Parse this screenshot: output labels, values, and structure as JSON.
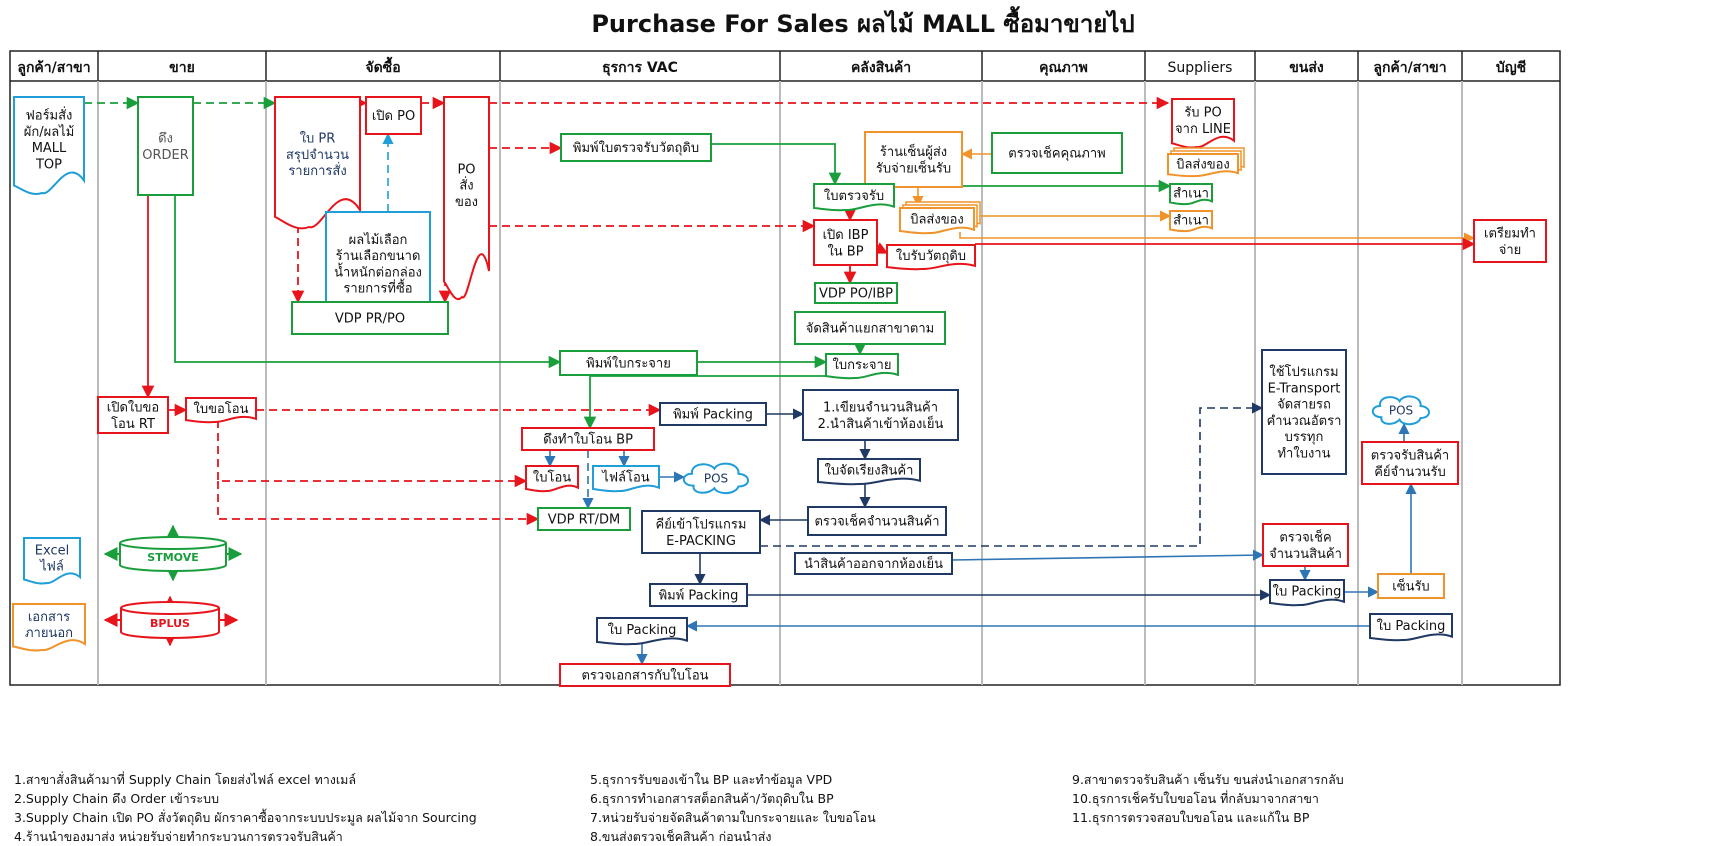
{
  "title": "Purchase For Sales ผลไม้ MALL ซื้อมาขายไป",
  "lanes": [
    "ลูกค้า/สาขา",
    "ขาย",
    "จัดซื้อ",
    "ธุรการ VAC",
    "คลังสินค้า",
    "คุณภาพ",
    "Suppliers",
    "ขนส่ง",
    "ลูกค้า/สาขา",
    "บัญชี"
  ],
  "nodes": {
    "form_order": [
      "ฟอร์มสั่ง",
      "ผัก/ผลไม้",
      "MALL",
      "TOP"
    ],
    "pull_order": [
      "ดึง",
      "ORDER"
    ],
    "pr_doc": [
      "ใบ PR",
      "สรุปจำนวน",
      "รายการสั่ง"
    ],
    "open_po": [
      "เปิด PO"
    ],
    "po_order": [
      "PO",
      "สั่ง",
      "ของ"
    ],
    "fruit_select": [
      "ผลไม้เลือก",
      "ร้านเลือกขนาด",
      "น้ำหนักต่อกล่อง",
      "รายการที่ซื้อ"
    ],
    "vdp_pr_po": [
      "VDP PR/PO"
    ],
    "receive_po_line": [
      "รับ PO",
      "จาก LINE"
    ],
    "print_receipt_check": [
      "พิมพ์ใบตรวจรับวัตถุดิบ"
    ],
    "shop_sign": [
      "ร้านเซ็นผู้ส่ง",
      "รับจ่ายเซ็นรับ"
    ],
    "quality_check": [
      "ตรวจเช็คคุณภาพ"
    ],
    "delivery_bill_sup": [
      "บิลส่งของ"
    ],
    "receipt_check_doc": [
      "ใบตรวจรับ"
    ],
    "copy1": [
      "สำเนา"
    ],
    "delivery_bill_wh": [
      "บิลส่งของ"
    ],
    "copy2": [
      "สำเนา"
    ],
    "open_ibp": [
      "เปิด IBP",
      "ใน BP"
    ],
    "material_receipt": [
      "ใบรับวัตถุดิบ"
    ],
    "prepare_payment": [
      "เตรียมทำ",
      "จ่าย"
    ],
    "vdp_po_ibp": [
      "VDP PO/IBP"
    ],
    "allocate": [
      "จัดสินค้าแยกสาขาตาม"
    ],
    "print_distribution": [
      "พิมพ์ใบกระจาย"
    ],
    "distribution_doc": [
      "ใบกระจาย"
    ],
    "open_transfer_req": [
      "เปิดใบขอ",
      "โอน RT"
    ],
    "transfer_req": [
      "ใบขอโอน"
    ],
    "print_packing_1": [
      "พิมพ์ Packing"
    ],
    "wh_steps": [
      "1.เขียนจำนวนสินค้า",
      "2.นำสินค้าเข้าห้องเย็น"
    ],
    "e_transport": [
      "ใช้โปรแกรม",
      "E-Transport",
      "จัดสายรถ",
      "คำนวณอัตรา",
      "บรรทุก",
      "ทำใบงาน"
    ],
    "pull_transfer_bp": [
      "ดึงทำใบโอน BP"
    ],
    "transfer_doc": [
      "ใบโอน"
    ],
    "transfer_file": [
      "ไฟล์โอน"
    ],
    "pos_1": [
      "POS"
    ],
    "arrange_doc": [
      "ใบจัดเรียงสินค้า"
    ],
    "pos_2": [
      "POS"
    ],
    "branch_check_count": [
      "ตรวจรับสินค้า",
      "คีย์จำนวนรับ"
    ],
    "vdp_rt_dm": [
      "VDP RT/DM"
    ],
    "count_check": [
      "ตรวจเช็คจำนวนสินค้า"
    ],
    "key_e_packing": [
      "คีย์เข้าโปรแกรม",
      "E-PACKING"
    ],
    "transport_check": [
      "ตรวจเช็ค",
      "จำนวนสินค้า"
    ],
    "take_out_cold": [
      "นำสินค้าออกจากห้องเย็น"
    ],
    "print_packing_2": [
      "พิมพ์ Packing"
    ],
    "packing_transport": [
      "ใบ Packing"
    ],
    "sign_receive": [
      "เซ็นรับ"
    ],
    "packing_admin": [
      "ใบ Packing"
    ],
    "packing_branch": [
      "ใบ Packing"
    ],
    "check_docs": [
      "ตรวจเอกสารกับใบโอน"
    ]
  },
  "legend": {
    "excel_file": [
      "Excel",
      "ไฟล์"
    ],
    "external_doc": [
      "เอกสาร",
      "ภายนอก"
    ],
    "stmove": "STMOVE",
    "bplus": "BPLUS"
  },
  "notes": [
    "1.สาขาสั่งสินค้ามาที่ Supply Chain โดยส่งไฟล์ excel ทางเมล์",
    "2.Supply Chain ดึง Order เข้าระบบ",
    "3.Supply Chain เปิด PO สั่งวัตถุดิบ ผักราคาซื้อจากระบบประมูล ผลไม้จาก Sourcing",
    "4.ร้านนำของมาส่ง หน่วยรับจ่ายทำกระบวนการตรวจรับสินค้า",
    "5.ธุรการรับของเข้าใน BP และทำข้อมูล VPD",
    "6.ธุรการทำเอกสารสต็อกสินค้า/วัตถุดิบใน BP",
    "7.หน่วยรับจ่ายจัดสินค้าตามใบกระจายและ ใบขอโอน",
    "8.ขนส่งตรวจเช็คสินค้า ก่อนนำส่ง",
    "9.สาขาตรวจรับสินค้า เซ็นรับ ขนส่งนำเอกสารกลับ",
    "10.ธุรการเช็ครับใบขอโอน ที่กลับมาจากสาขา",
    "11.ธุรการตรวจสอบใบขอโอน และแก้ใน BP"
  ],
  "colors": {
    "green": "#1a9e3c",
    "red": "#e8141b",
    "blue": "#2e75b6",
    "navy": "#1f3864",
    "orange": "#f0932b",
    "lightblue": "#1f9ed8"
  }
}
